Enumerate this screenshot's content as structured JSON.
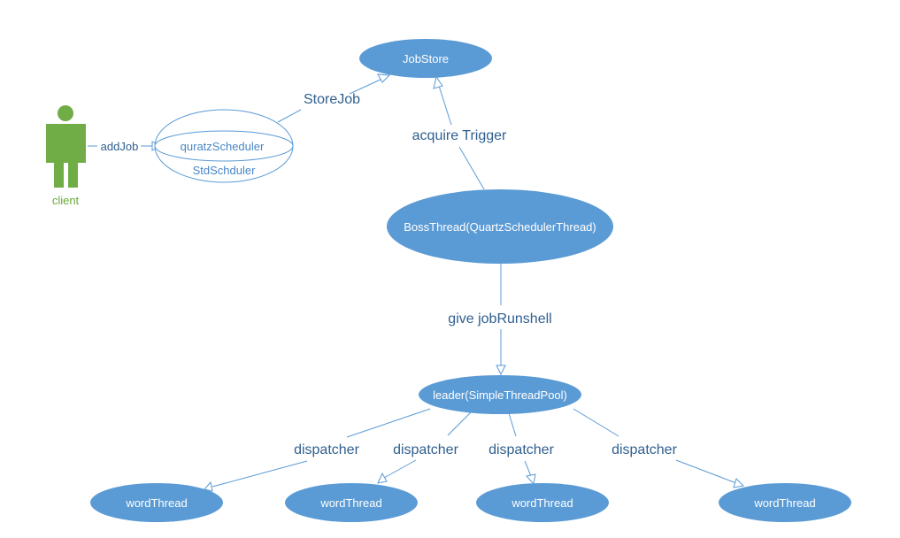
{
  "colors": {
    "node_fill": "#5b9bd5",
    "node_text": "#ffffff",
    "edge": "#5b9bd5",
    "edge_label": "#2f5f8f",
    "actor": "#70ad47"
  },
  "actor": {
    "label": "client",
    "icon": "person-icon"
  },
  "nodes": {
    "jobstore": "JobStore",
    "scheduler_inner": "quratzScheduler",
    "scheduler_outer": "StdSchduler",
    "boss": "BossThread(QuartzSchedulerThread)",
    "leader": "leader(SimpleThreadPool)",
    "workers": [
      "wordThread",
      "wordThread",
      "wordThread",
      "wordThread"
    ]
  },
  "edges": {
    "add_job": "addJob",
    "store_job": "StoreJob",
    "acquire_trigger": "acquire Trigger",
    "give_runshell": "give jobRunshell",
    "dispatch": [
      "dispatcher",
      "dispatcher",
      "dispatcher",
      "dispatcher"
    ]
  }
}
